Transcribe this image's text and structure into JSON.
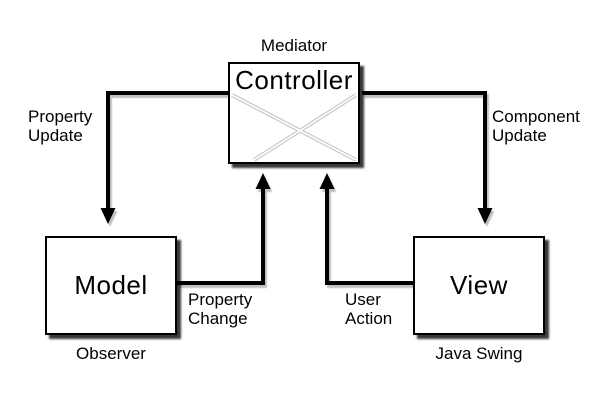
{
  "diagram_type": "mvc-pattern",
  "nodes": {
    "controller": {
      "label": "Controller",
      "annotation": "Mediator"
    },
    "model": {
      "label": "Model",
      "annotation": "Observer"
    },
    "view": {
      "label": "View",
      "annotation": "Java Swing"
    }
  },
  "edges": [
    {
      "id": "property-update",
      "from": "Controller",
      "to": "Model",
      "label": "Property\nUpdate"
    },
    {
      "id": "component-update",
      "from": "Controller",
      "to": "View",
      "label": "Component\nUpdate"
    },
    {
      "id": "property-change",
      "from": "Model",
      "to": "Controller",
      "label": "Property\nChange"
    },
    {
      "id": "user-action",
      "from": "View",
      "to": "Controller",
      "label": "User\nAction"
    }
  ],
  "colors": {
    "background": "#ffffff",
    "line": "#000000",
    "box_border": "#000000",
    "box_fill": "#ffffff",
    "box_shadow": "#3a3a3a",
    "arrow_shadow": "#c0c0c0",
    "cross_mark": "#c9c9c9",
    "text": "#000000"
  }
}
